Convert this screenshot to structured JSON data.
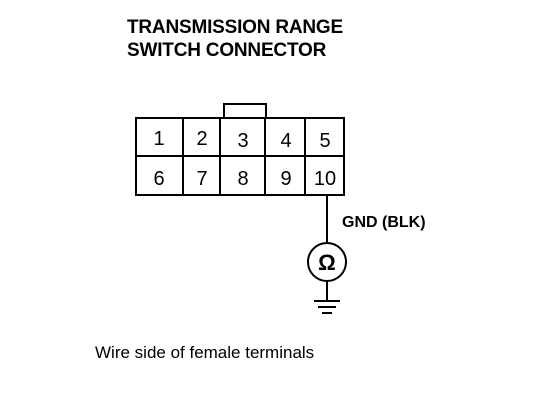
{
  "diagram": {
    "title_line1": "TRANSMISSION RANGE",
    "title_line2": "SWITCH CONNECTOR",
    "terminals_top": [
      "1",
      "2",
      "3",
      "4",
      "5"
    ],
    "terminals_bottom": [
      "6",
      "7",
      "8",
      "9",
      "10"
    ],
    "ground_label": "GND (BLK)",
    "meter_symbol": "Ω",
    "caption": "Wire side of female terminals"
  }
}
